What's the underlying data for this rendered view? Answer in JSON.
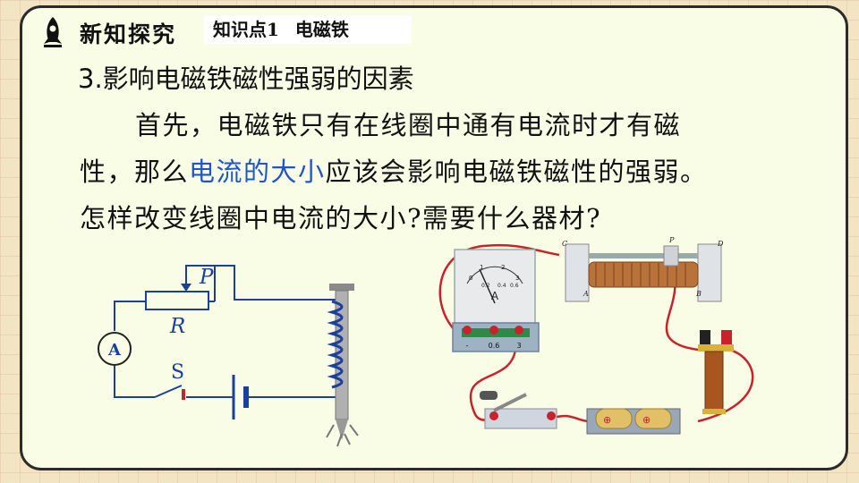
{
  "header": {
    "section_title": "新知探究",
    "topic_label": "知识点1",
    "topic_name": "电磁铁"
  },
  "heading": "3.影响电磁铁磁性强弱的因素",
  "paragraph": {
    "line1": "首先，电磁铁只有在线圈中通有电流时才有磁",
    "line2_pre": "性，那么",
    "line2_highlight": "电流的大小",
    "line2_post": "应该会影响电磁铁磁性的强弱。",
    "line3": "怎样改变线圈中电流的大小?需要什么器材?"
  },
  "circuit": {
    "label_p": "P",
    "label_r": "R",
    "label_a": "A",
    "label_s": "S"
  },
  "apparatus": {
    "ammeter_mark": "A",
    "ammeter_ticks": [
      "0",
      "1",
      "2",
      "3",
      "0.2",
      "0.4",
      "0.6"
    ],
    "ammeter_terminals": [
      "-",
      "0.6",
      "3"
    ],
    "rheostat_labels": [
      "C",
      "P",
      "D",
      "A",
      "B"
    ],
    "battery_mark": "⊕"
  },
  "colors": {
    "highlight": "#1f55c8",
    "circuit_blue": "#1a3f9e",
    "wire_red": "#c8232c",
    "board_bg": "#fafde6"
  }
}
